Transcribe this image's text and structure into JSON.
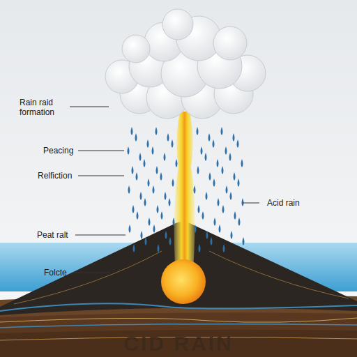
{
  "diagram": {
    "labels": [
      "Rain raid formation",
      "Peacing",
      "Relfiction",
      "Acid rain",
      "Peat ralt",
      "Folcte",
      "CID RAIN"
    ]
  }
}
